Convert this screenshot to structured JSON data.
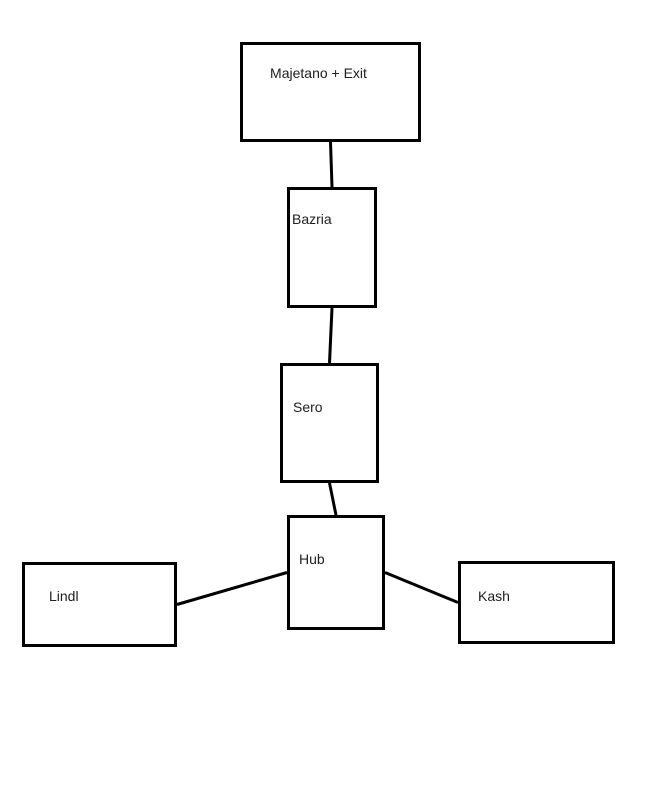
{
  "diagram": {
    "background_color": "#ffffff",
    "stroke_color": "#000000",
    "text_color": "#202020",
    "nodes": [
      {
        "id": "majetano-exit",
        "label": "Majetano + Exit"
      },
      {
        "id": "bazria",
        "label": "Bazria"
      },
      {
        "id": "sero",
        "label": "Sero"
      },
      {
        "id": "hub",
        "label": "Hub"
      },
      {
        "id": "lindl",
        "label": "Lindl"
      },
      {
        "id": "kash",
        "label": "Kash"
      }
    ],
    "edges": [
      {
        "from": "majetano-exit",
        "to": "bazria",
        "from_side": "bottom",
        "to_side": "top"
      },
      {
        "from": "bazria",
        "to": "sero",
        "from_side": "bottom",
        "to_side": "top"
      },
      {
        "from": "sero",
        "to": "hub",
        "from_side": "bottom",
        "to_side": "top"
      },
      {
        "from": "lindl",
        "to": "hub",
        "from_side": "right",
        "to_side": "left"
      },
      {
        "from": "hub",
        "to": "kash",
        "from_side": "right",
        "to_side": "left"
      }
    ]
  }
}
